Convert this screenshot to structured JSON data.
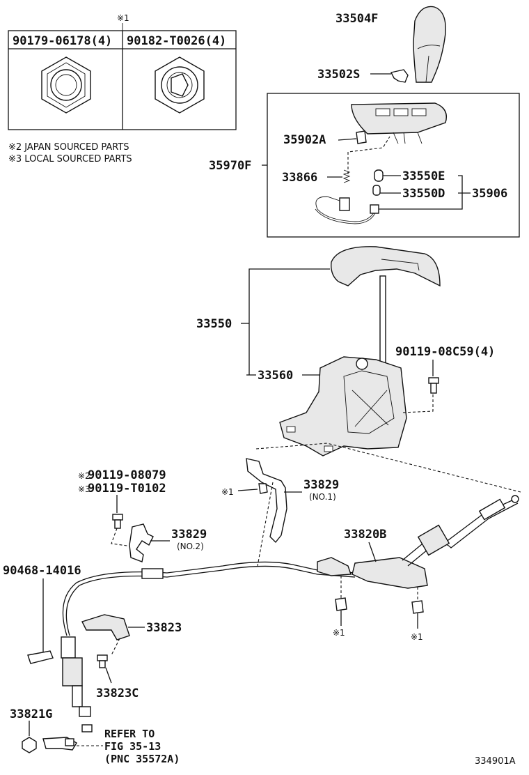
{
  "table": {
    "header_mark": "※1",
    "col1": "90179-06178(4)",
    "col2": "90182-T0026(4)"
  },
  "notes": {
    "japan": "※2 JAPAN SOURCED PARTS",
    "local": "※3 LOCAL SOURCED PARTS"
  },
  "labels": {
    "knob": "33504F",
    "retainer": "33502S",
    "indicator_assy": "35970F",
    "bulb_holder_a": "35902A",
    "spring": "33866",
    "bulb_e": "33550E",
    "bulb_d": "33550D",
    "bulb_set": "35906",
    "housing": "33550",
    "lever_assy": "33560",
    "bolt_4": "90119-08C59(4)",
    "bolt_japan_mark": "※2",
    "bolt_japan": "90119-08079",
    "bolt_local_mark": "※3",
    "bolt_local": "90119-T0102",
    "bracket_no1": "33829",
    "bracket_no1_sub": "(NO.1)",
    "mark1_left": "※1",
    "bracket_no2": "33829",
    "bracket_no2_sub": "(NO.2)",
    "cable": "33820B",
    "clip": "90468-14016",
    "retainer_bracket": "33823",
    "retainer_bracket_c": "33823C",
    "nut_left": "33821G",
    "mark1_bottom_a": "※1",
    "mark1_bottom_b": "※1",
    "refer_line1": "REFER TO",
    "refer_line2": "FIG 35-13",
    "refer_line3": "(PNC 35572A)",
    "figure_id": "334901A"
  }
}
